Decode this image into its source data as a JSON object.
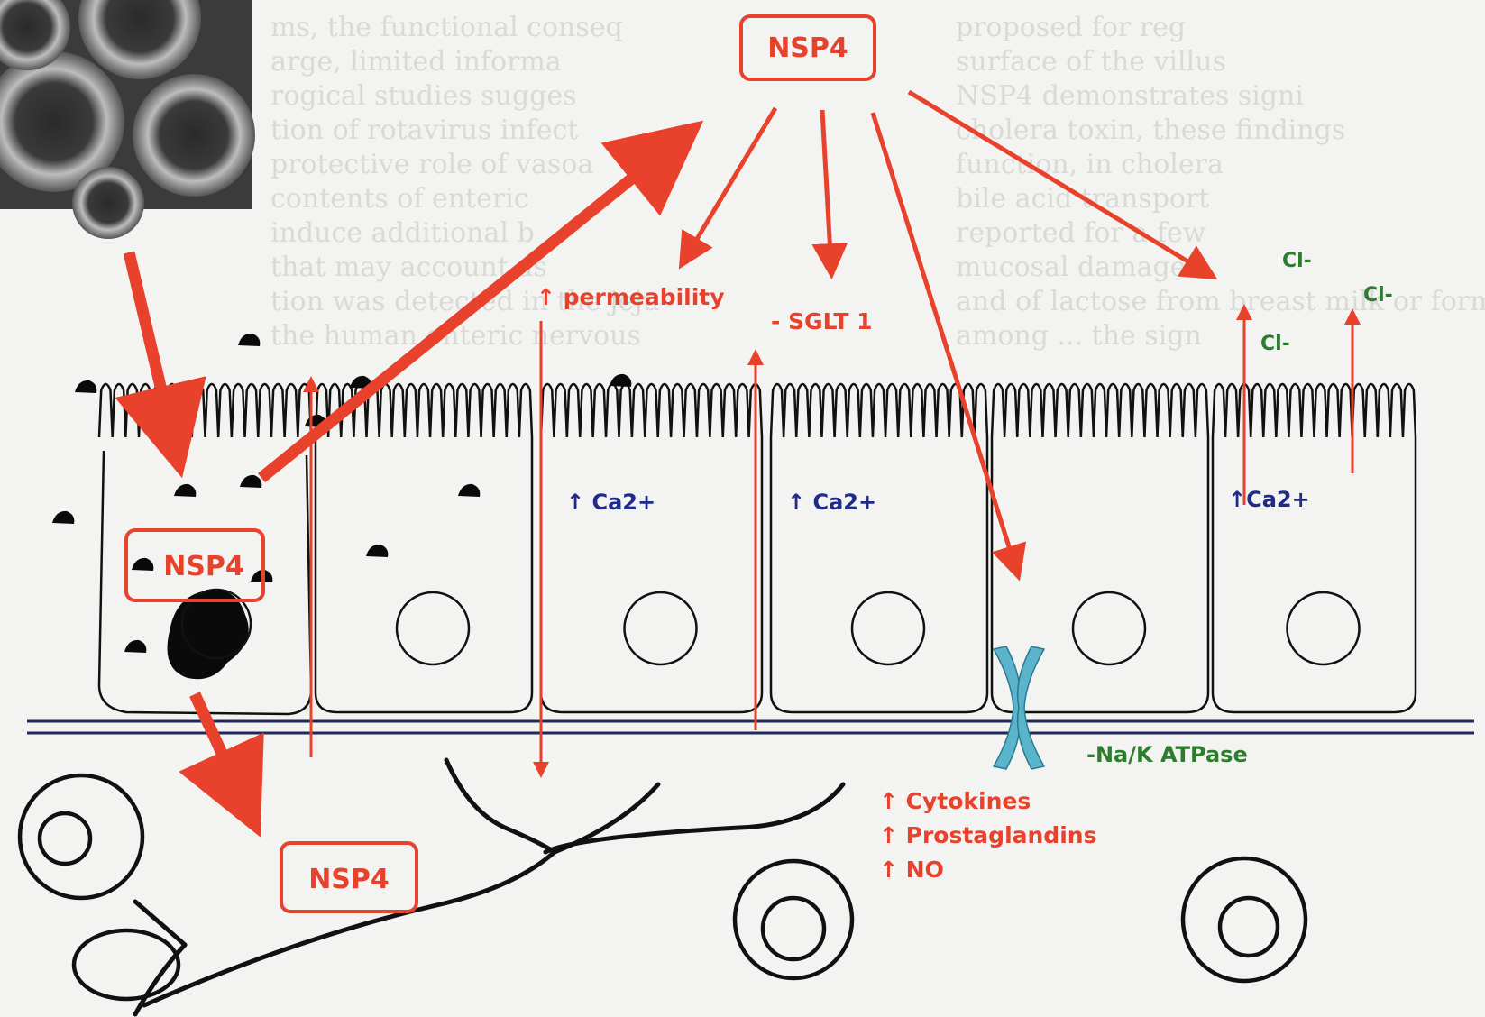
{
  "labels": {
    "nsp4_top": "NSP4",
    "nsp4_cell": "NSP4",
    "nsp4_bottom": "NSP4",
    "permeability": "↑ permeability",
    "sglt1": "- SGLT 1",
    "ca_1": "Ca2+",
    "ca_2": "Ca2+",
    "ca_3": "Ca2+",
    "cl_1": "Cl-",
    "cl_2": "Cl-",
    "cl_3": "Cl-",
    "na_k_atpase": "-Na/K ATPase",
    "cytokines": "↑ Cytokines",
    "prostaglandins": "↑ Prostaglandins",
    "no": "↑ NO"
  },
  "colors": {
    "red": "#e8412c",
    "blue": "#1f2a8a",
    "green": "#2e7d2e",
    "channel": "#5ab4cc",
    "outline": "#111111"
  },
  "background_text": [
    "ms, the functional conseq",
    "arge, limited informa",
    "rogical studies sugges",
    "tion of rotavirus infect",
    "protective role of vasoa",
    "contents of enteric",
    "induce additional b",
    "that may account as",
    "tion was detected in the jeju",
    "the human enteric nervous",
    "proposed for reg",
    "surface of the villus",
    "NSP4 demonstrates signi",
    "cholera toxin, these findings",
    "function, in cholera",
    "bile acid transport",
    "reported for a few",
    "mucosal damage",
    "and of lactose from breast milk or formula",
    "among ... the sign"
  ]
}
